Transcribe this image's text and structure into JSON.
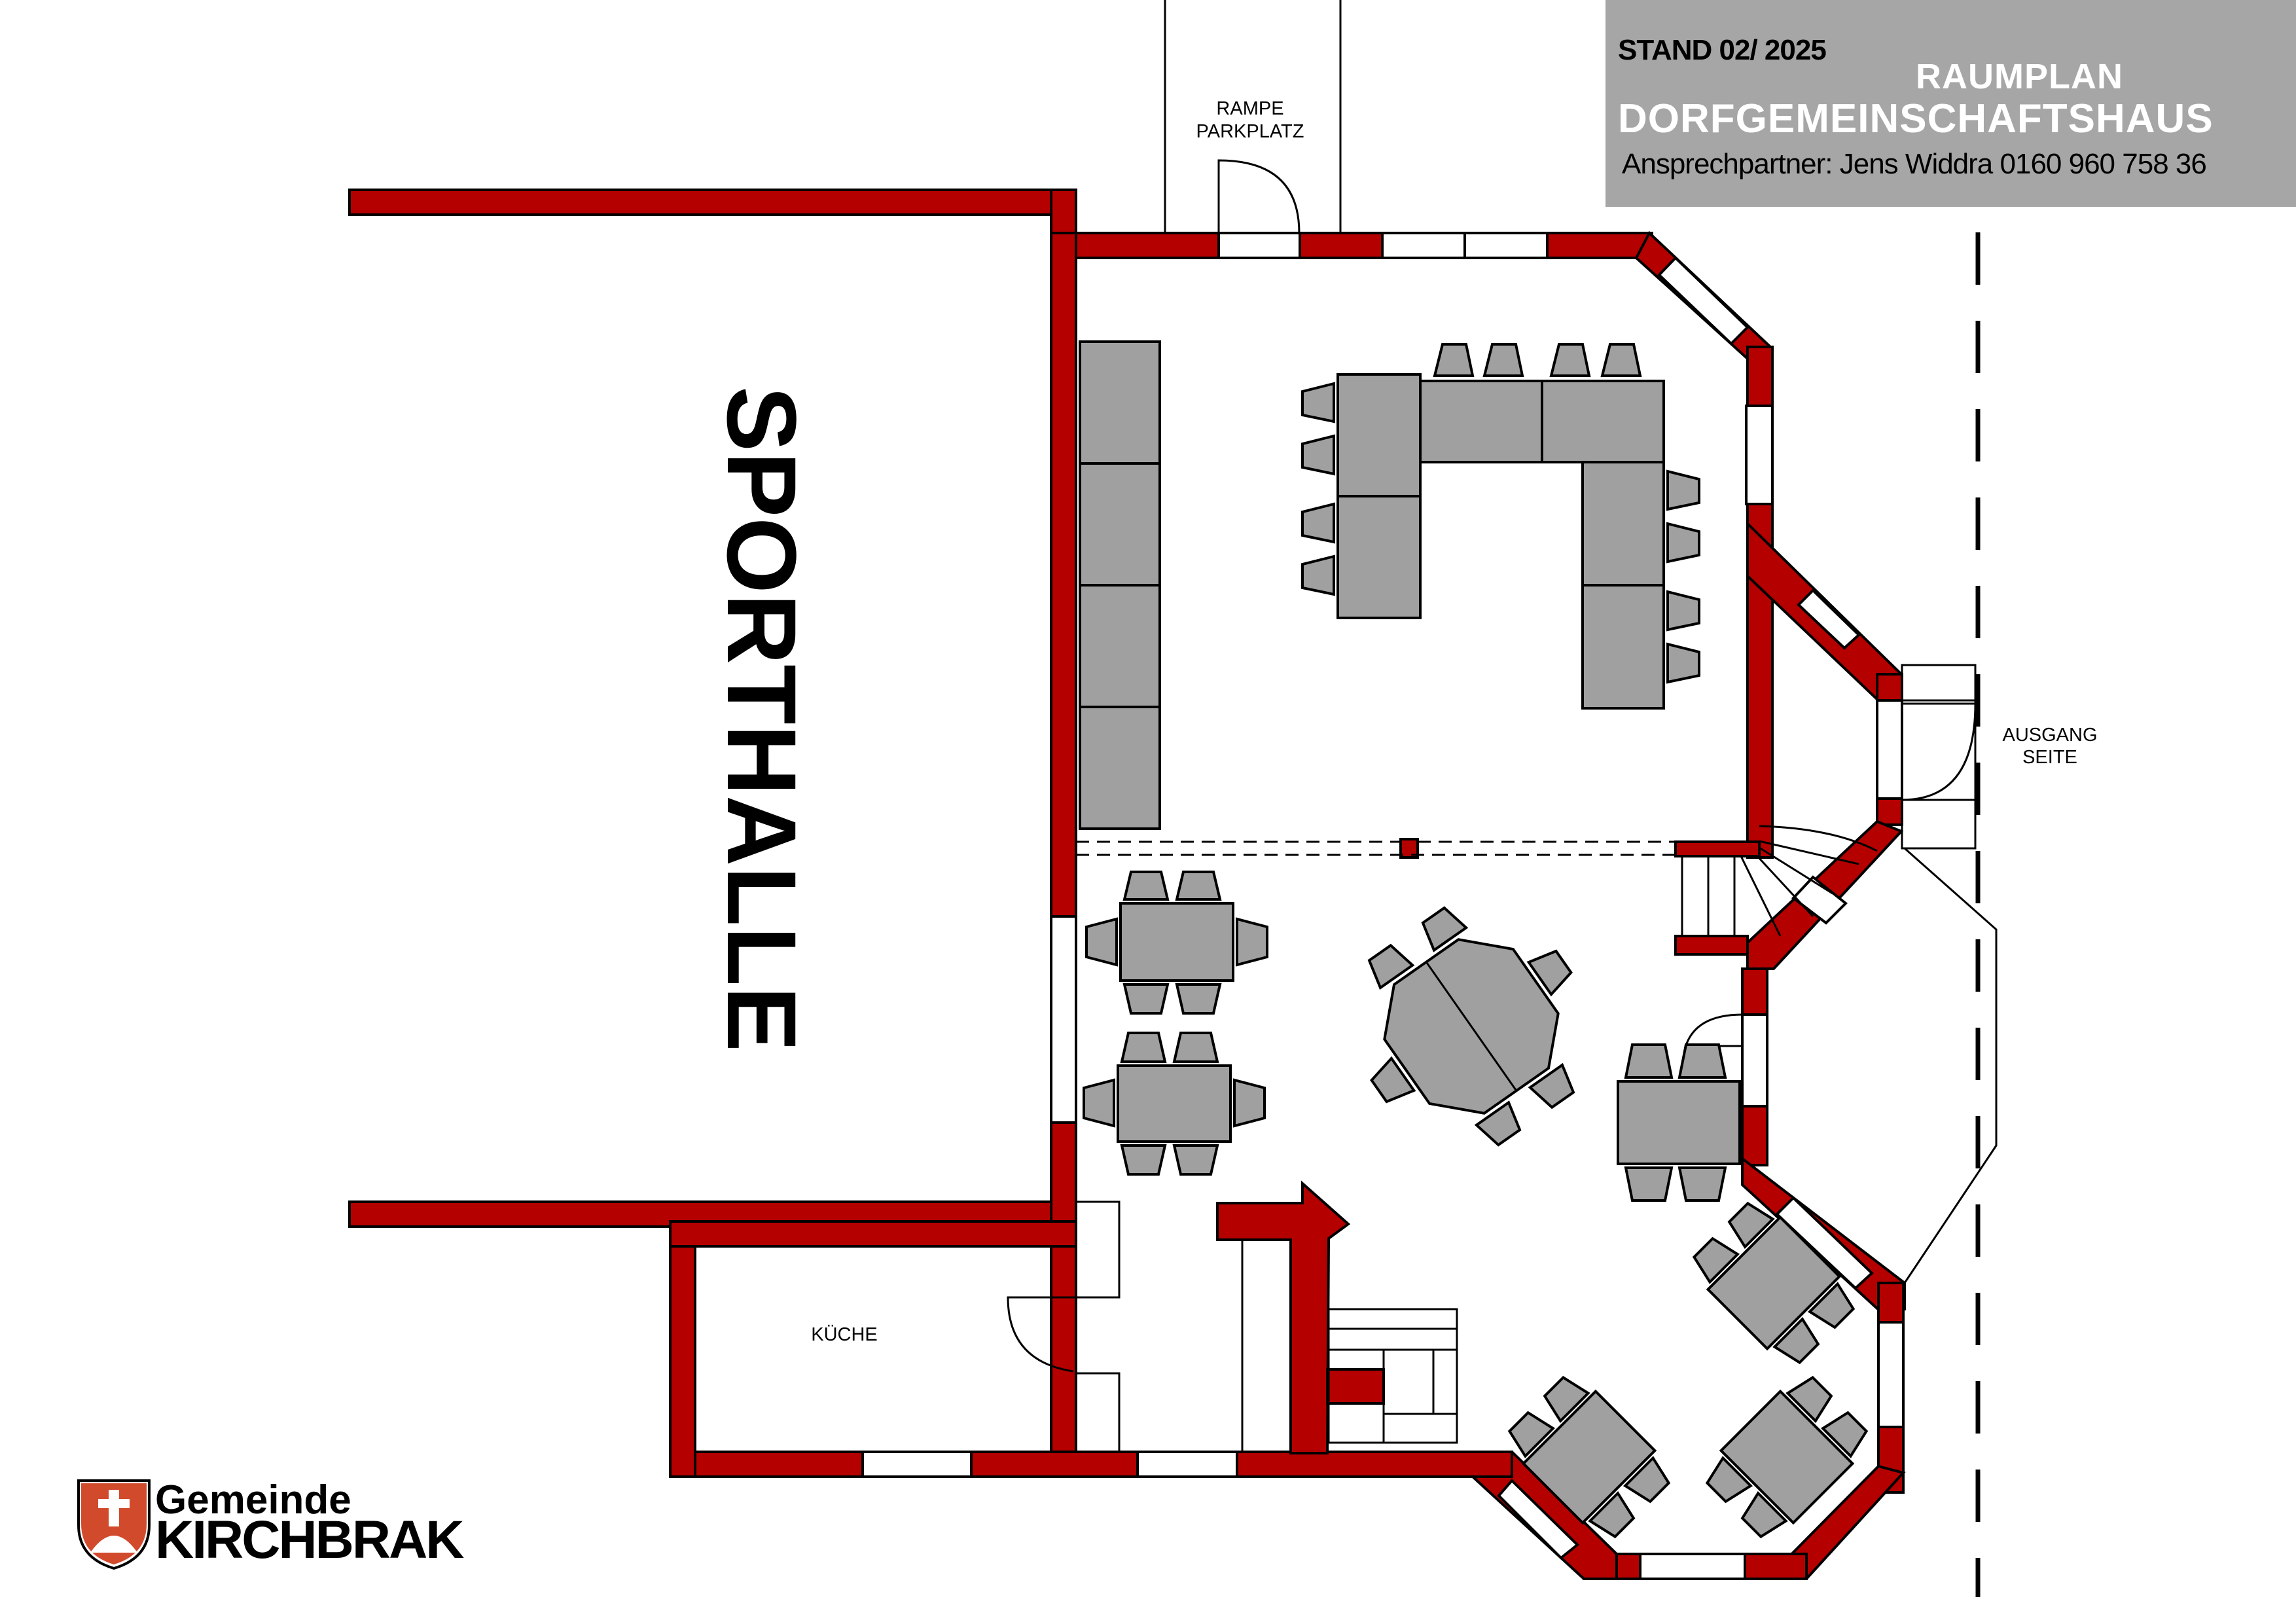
{
  "header": {
    "stand": "STAND 02/ 2025",
    "title_line1": "RAUMPLAN",
    "title_line2": "DORFGEMEINSCHAFTSHAUS",
    "contact": "Ansprechpartner: Jens Widdra 0160 960 758 36"
  },
  "labels": {
    "sporthalle": "SPORTHALLE",
    "rampe": "RAMPE",
    "parkplatz": "PARKPLATZ",
    "ausgang": "AUSGANG",
    "seite": "SEITE",
    "kueche": "KÜCHE"
  },
  "logo": {
    "line1": "Gemeinde",
    "line2": "KIRCHBRAK"
  },
  "colors": {
    "wall": "#b50000",
    "furniture": "#a0a0a0",
    "header_bg": "#a6a6a6"
  }
}
